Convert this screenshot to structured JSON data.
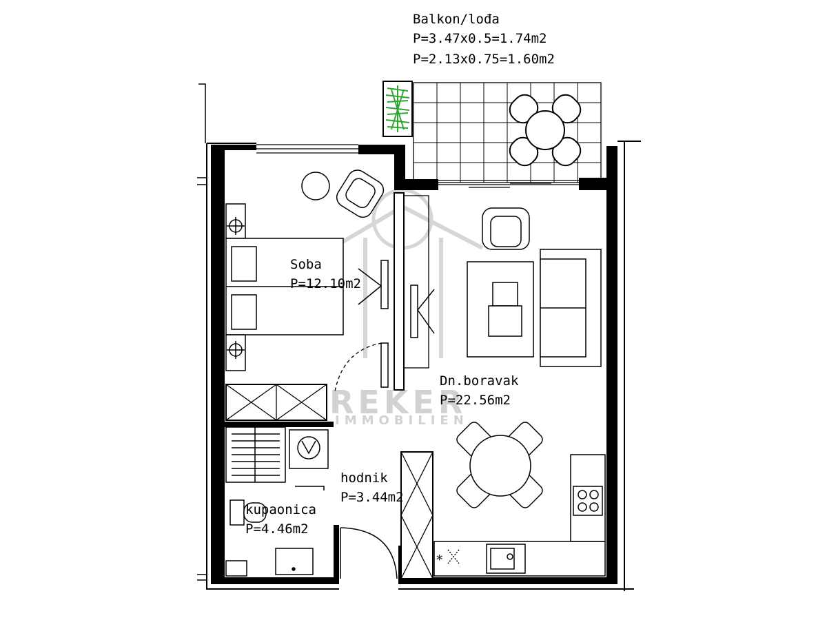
{
  "balcony": {
    "title": "Balkon/lođa",
    "area_line_1": "P=3.47x0.5=1.74m2",
    "area_line_2": "P=2.13x0.75=1.60m2"
  },
  "rooms": {
    "bedroom": {
      "name": "Soba",
      "area": "P=12.10m2"
    },
    "living": {
      "name": "Dn.boravak",
      "area": "P=22.56m2"
    },
    "hallway": {
      "name": "hodnik",
      "area": "P=3.44m2"
    },
    "bathroom": {
      "name": "kupaonica",
      "area": "P=4.46m2"
    }
  },
  "watermark": {
    "line1": "REKER",
    "line2": "IMMOBILIEN"
  },
  "symbols": {
    "star": "*"
  },
  "colors": {
    "plant": "#2fa52f",
    "watermark": "#d2d2d2"
  }
}
